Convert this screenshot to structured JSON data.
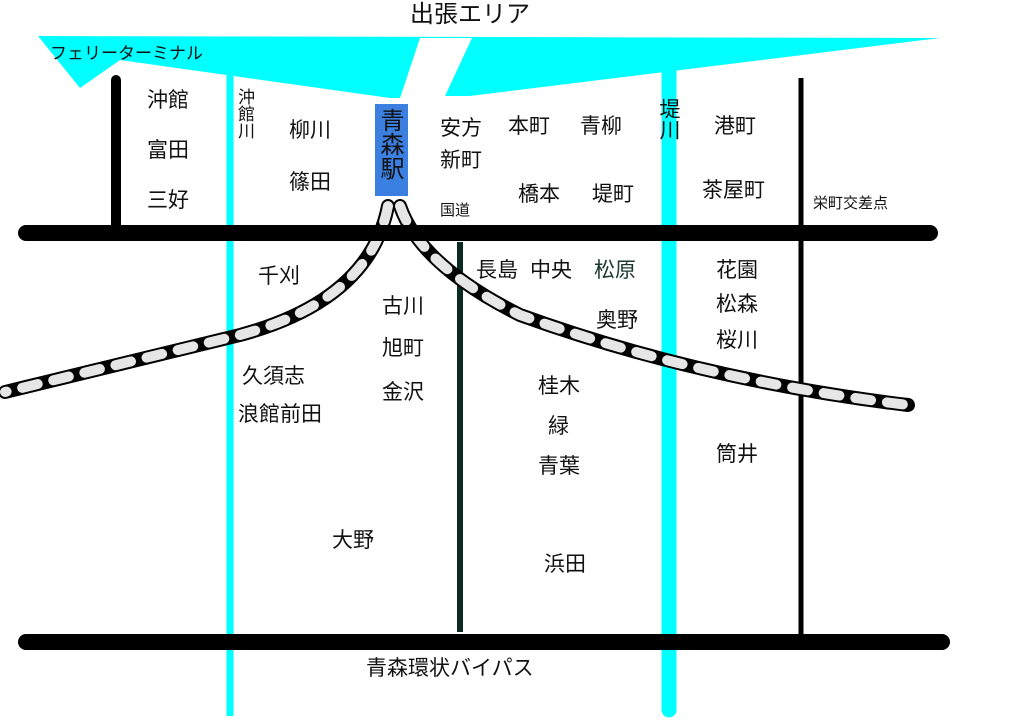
{
  "map": {
    "title": "出張エリア",
    "ferry_terminal": "フェリーターミナル",
    "station": "青森駅",
    "bypass": "青森環状バイパス",
    "national_road": "国道",
    "intersection": "栄町交差点",
    "rivers": {
      "okidate": "沖館川",
      "tsutsumi": "堤川"
    },
    "districts": {
      "okidate": "沖館",
      "tomita": "富田",
      "sanyoshi": "三好",
      "yanagawa": "柳川",
      "shinoda": "篠田",
      "yasukata": "安方",
      "shinmachi": "新町",
      "honcho": "本町",
      "aoyagi": "青柳",
      "kyomoto": "橋本",
      "tsutsumimachi": "堤町",
      "minatomachi": "港町",
      "chayamachi": "茶屋町",
      "chikari": "千刈",
      "furukawa": "古川",
      "asahimachi": "旭町",
      "kanezawa": "金沢",
      "kudoshi": "久須志",
      "namidatemaeda": "浪館前田",
      "nagashima": "長島",
      "chuo": "中央",
      "matsubara": "松原",
      "okuno": "奥野",
      "katsuragi": "桂木",
      "midori": "緑",
      "aoba": "青葉",
      "hamada": "浜田",
      "ono": "大野",
      "hanazono": "花園",
      "matsumori": "松森",
      "sakuragawa": "桜川",
      "tsutsui": "筒井"
    },
    "colors": {
      "sea": "#00ffff",
      "river": "#00ffff",
      "road": "#000000",
      "dark_road": "#0c2a24",
      "station_bg": "#3b7fe0",
      "rail_light": "#e6e6e6",
      "matsubara_text": "#1a3a30"
    }
  }
}
